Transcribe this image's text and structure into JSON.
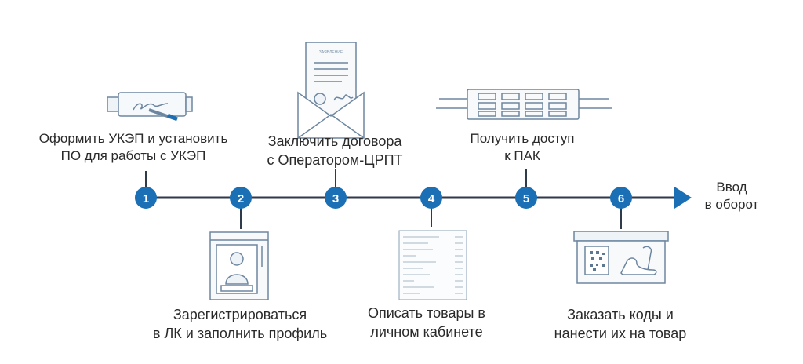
{
  "steps": [
    {
      "number": "1",
      "lines": [
        "Оформить УКЭП и установить",
        "ПО для работы с УКЭП"
      ]
    },
    {
      "number": "2",
      "lines": [
        "Зарегистрироваться",
        "в ЛК и заполнить профиль"
      ]
    },
    {
      "number": "3",
      "lines": [
        "Заключить договора",
        "с Оператором-ЦРПТ"
      ]
    },
    {
      "number": "4",
      "lines": [
        "Описать товары в",
        "личном кабинете"
      ]
    },
    {
      "number": "5",
      "lines": [
        "Получить доступ",
        "к ПАК"
      ]
    },
    {
      "number": "6",
      "lines": [
        "Заказать коды и",
        "нанести их на товар"
      ]
    }
  ],
  "end": {
    "lines": [
      "Ввод",
      "в оборот"
    ]
  },
  "icons": {
    "document_heading": "ЗАЯВЛЕНИЕ",
    "cabinet_button": "Личный кабинет"
  },
  "colors": {
    "accent": "#1a6fb5",
    "line": "#2f3a4a",
    "outline": "#7f95aa"
  }
}
